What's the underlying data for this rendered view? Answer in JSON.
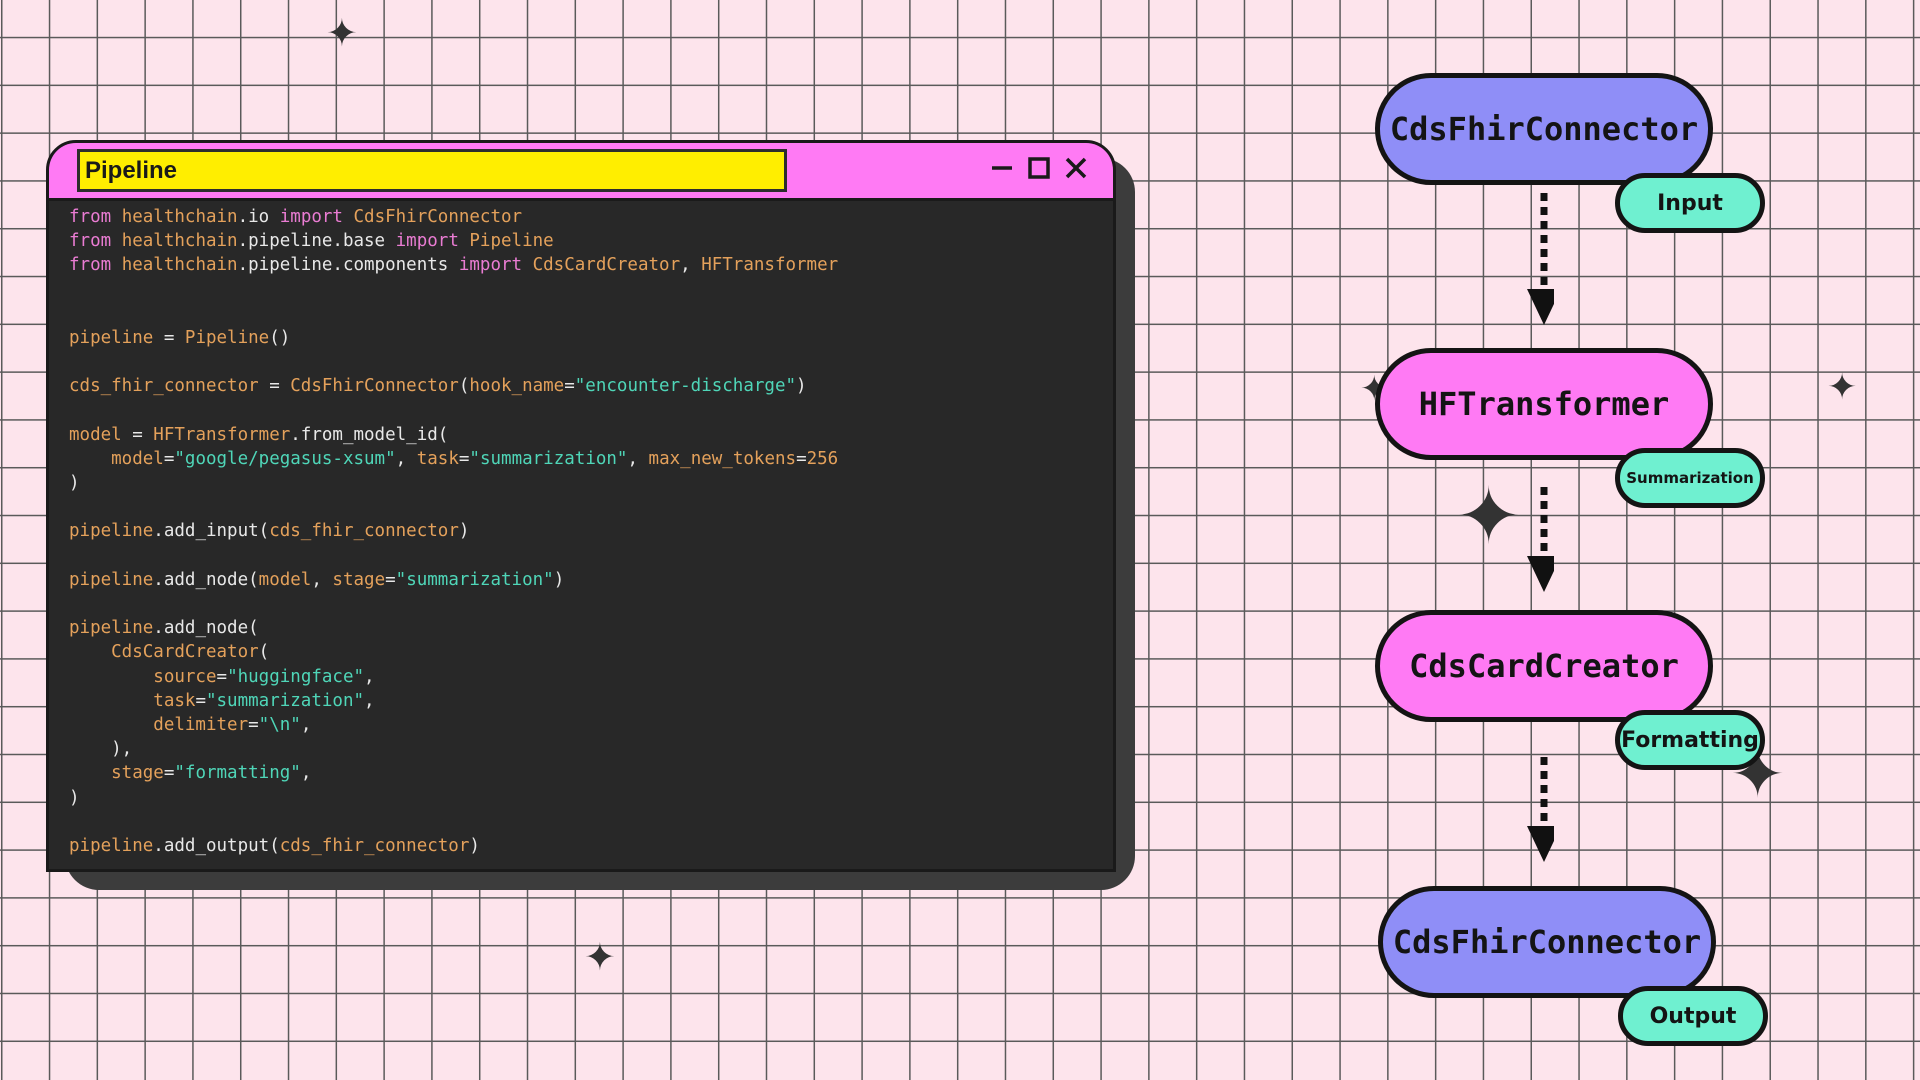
{
  "colors": {
    "background": "#fde4ec",
    "grid": "#5a5a5a",
    "titlebar": "#ff7af4",
    "title_box": "#ffee00",
    "code_bg": "#282828",
    "keyword": "#ea7cd3",
    "identifier": "#e4a15b",
    "string": "#4fd6b8",
    "plain": "#e8e8e8",
    "node_blue": "#8f8ef7",
    "node_pink": "#ff7af4",
    "badge": "#6ff0d0"
  },
  "window": {
    "title": "Pipeline",
    "controls": [
      "minimize-icon",
      "maximize-icon",
      "close-icon"
    ]
  },
  "code": {
    "lines": [
      [
        {
          "t": "from",
          "c": "keyword"
        },
        {
          "t": " healthchain",
          "c": "identifier"
        },
        {
          "t": ".io ",
          "c": "plain"
        },
        {
          "t": "import",
          "c": "keyword"
        },
        {
          "t": " CdsFhirConnector",
          "c": "identifier"
        }
      ],
      [
        {
          "t": "from",
          "c": "keyword"
        },
        {
          "t": " healthchain",
          "c": "identifier"
        },
        {
          "t": ".pipeline.base ",
          "c": "plain"
        },
        {
          "t": "import",
          "c": "keyword"
        },
        {
          "t": " Pipeline",
          "c": "identifier"
        }
      ],
      [
        {
          "t": "from",
          "c": "keyword"
        },
        {
          "t": " healthchain",
          "c": "identifier"
        },
        {
          "t": ".pipeline.components ",
          "c": "plain"
        },
        {
          "t": "import",
          "c": "keyword"
        },
        {
          "t": " CdsCardCreator",
          "c": "identifier"
        },
        {
          "t": ", ",
          "c": "plain"
        },
        {
          "t": "HFTransformer",
          "c": "identifier"
        }
      ],
      [],
      [],
      [
        {
          "t": "pipeline",
          "c": "identifier"
        },
        {
          "t": " = ",
          "c": "plain"
        },
        {
          "t": "Pipeline",
          "c": "identifier"
        },
        {
          "t": "()",
          "c": "plain"
        }
      ],
      [],
      [
        {
          "t": "cds_fhir_connector",
          "c": "identifier"
        },
        {
          "t": " = ",
          "c": "plain"
        },
        {
          "t": "CdsFhirConnector",
          "c": "identifier"
        },
        {
          "t": "(",
          "c": "plain"
        },
        {
          "t": "hook_name",
          "c": "identifier"
        },
        {
          "t": "=",
          "c": "plain"
        },
        {
          "t": "\"encounter-discharge\"",
          "c": "string"
        },
        {
          "t": ")",
          "c": "plain"
        }
      ],
      [],
      [
        {
          "t": "model",
          "c": "identifier"
        },
        {
          "t": " = ",
          "c": "plain"
        },
        {
          "t": "HFTransformer",
          "c": "identifier"
        },
        {
          "t": ".from_model_id(",
          "c": "plain"
        }
      ],
      [
        {
          "t": "    model",
          "c": "identifier"
        },
        {
          "t": "=",
          "c": "plain"
        },
        {
          "t": "\"google/pegasus-xsum\"",
          "c": "string"
        },
        {
          "t": ", ",
          "c": "plain"
        },
        {
          "t": "task",
          "c": "identifier"
        },
        {
          "t": "=",
          "c": "plain"
        },
        {
          "t": "\"summarization\"",
          "c": "string"
        },
        {
          "t": ", ",
          "c": "plain"
        },
        {
          "t": "max_new_tokens",
          "c": "identifier"
        },
        {
          "t": "=",
          "c": "plain"
        },
        {
          "t": "256",
          "c": "identifier"
        }
      ],
      [
        {
          "t": ")",
          "c": "plain"
        }
      ],
      [],
      [
        {
          "t": "pipeline",
          "c": "identifier"
        },
        {
          "t": ".add_input(",
          "c": "plain"
        },
        {
          "t": "cds_fhir_connector",
          "c": "identifier"
        },
        {
          "t": ")",
          "c": "plain"
        }
      ],
      [],
      [
        {
          "t": "pipeline",
          "c": "identifier"
        },
        {
          "t": ".add_node(",
          "c": "plain"
        },
        {
          "t": "model",
          "c": "identifier"
        },
        {
          "t": ", ",
          "c": "plain"
        },
        {
          "t": "stage",
          "c": "identifier"
        },
        {
          "t": "=",
          "c": "plain"
        },
        {
          "t": "\"summarization\"",
          "c": "string"
        },
        {
          "t": ")",
          "c": "plain"
        }
      ],
      [],
      [
        {
          "t": "pipeline",
          "c": "identifier"
        },
        {
          "t": ".add_node(",
          "c": "plain"
        }
      ],
      [
        {
          "t": "    CdsCardCreator",
          "c": "identifier"
        },
        {
          "t": "(",
          "c": "plain"
        }
      ],
      [
        {
          "t": "        source",
          "c": "identifier"
        },
        {
          "t": "=",
          "c": "plain"
        },
        {
          "t": "\"huggingface\"",
          "c": "string"
        },
        {
          "t": ",",
          "c": "plain"
        }
      ],
      [
        {
          "t": "        task",
          "c": "identifier"
        },
        {
          "t": "=",
          "c": "plain"
        },
        {
          "t": "\"summarization\"",
          "c": "string"
        },
        {
          "t": ",",
          "c": "plain"
        }
      ],
      [
        {
          "t": "        delimiter",
          "c": "identifier"
        },
        {
          "t": "=",
          "c": "plain"
        },
        {
          "t": "\"\\n\"",
          "c": "string"
        },
        {
          "t": ",",
          "c": "plain"
        }
      ],
      [
        {
          "t": "    ),",
          "c": "plain"
        }
      ],
      [
        {
          "t": "    stage",
          "c": "identifier"
        },
        {
          "t": "=",
          "c": "plain"
        },
        {
          "t": "\"formatting\"",
          "c": "string"
        },
        {
          "t": ",",
          "c": "plain"
        }
      ],
      [
        {
          "t": ")",
          "c": "plain"
        }
      ],
      [],
      [
        {
          "t": "pipeline",
          "c": "identifier"
        },
        {
          "t": ".add_output(",
          "c": "plain"
        },
        {
          "t": "cds_fhir_connector",
          "c": "identifier"
        },
        {
          "t": ")",
          "c": "plain"
        }
      ]
    ]
  },
  "flow": {
    "nodes": [
      {
        "label": "CdsFhirConnector",
        "badge": "Input",
        "color": "blue"
      },
      {
        "label": "HFTransformer",
        "badge": "Summarization",
        "color": "pink"
      },
      {
        "label": "CdsCardCreator",
        "badge": "Formatting",
        "color": "pink"
      },
      {
        "label": "CdsFhirConnector",
        "badge": "Output",
        "color": "blue"
      }
    ]
  }
}
